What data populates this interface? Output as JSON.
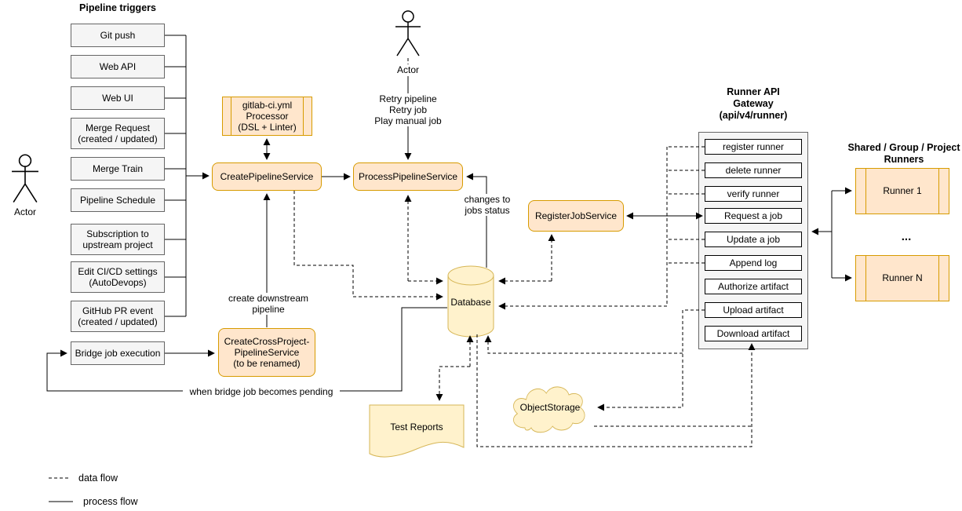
{
  "triggers": {
    "heading": "Pipeline triggers",
    "items": [
      "Git push",
      "Web API",
      "Web UI",
      "Merge Request\n(created / updated)",
      "Merge Train",
      "Pipeline Schedule",
      "Subscription to\nupstream project",
      "Edit CI/CD settings\n(AutoDevops)",
      "GitHub PR event\n(created / updated)",
      "Bridge job execution"
    ]
  },
  "actors": {
    "left_label": "Actor",
    "top_label": "Actor"
  },
  "services": {
    "processor": "gitlab-ci.yml\nProcessor\n(DSL + Linter)",
    "create_pipeline": "CreatePipelineService",
    "process_pipeline": "ProcessPipelineService",
    "register_job": "RegisterJobService",
    "create_cross_project": "CreateCrossProject-\nPipelineService\n(to be renamed)"
  },
  "database": {
    "label": "Database"
  },
  "artifacts": {
    "test_reports": "Test Reports",
    "object_storage": "ObjectStorage"
  },
  "gateway": {
    "title": "Runner API\nGateway\n(api/v4/runner)",
    "endpoints": [
      "register runner",
      "delete runner",
      "verify runner",
      "Request a job",
      "Update a job",
      "Append log",
      "Authorize artifact",
      "Upload artifact",
      "Download artifact"
    ]
  },
  "runners": {
    "title": "Shared / Group / Project\nRunners",
    "runner_1": "Runner 1",
    "ellipsis": "...",
    "runner_n": "Runner N"
  },
  "edge_labels": {
    "actor_actions": "Retry pipeline\nRetry job\nPlay manual job",
    "changes_to_jobs_status": "changes to\njobs status",
    "create_downstream": "create downstream\npipeline",
    "when_bridge_pending": "when bridge job becomes pending"
  },
  "legend": {
    "data_flow": "data flow",
    "process_flow": "process flow"
  },
  "colors": {
    "service_fill": "#FFE6CC",
    "service_stroke": "#D79B00",
    "storage_fill": "#FFF2CC",
    "storage_stroke": "#D6B656",
    "neutral_fill": "#F5F5F5",
    "neutral_stroke": "#666666",
    "line": "#000000"
  }
}
